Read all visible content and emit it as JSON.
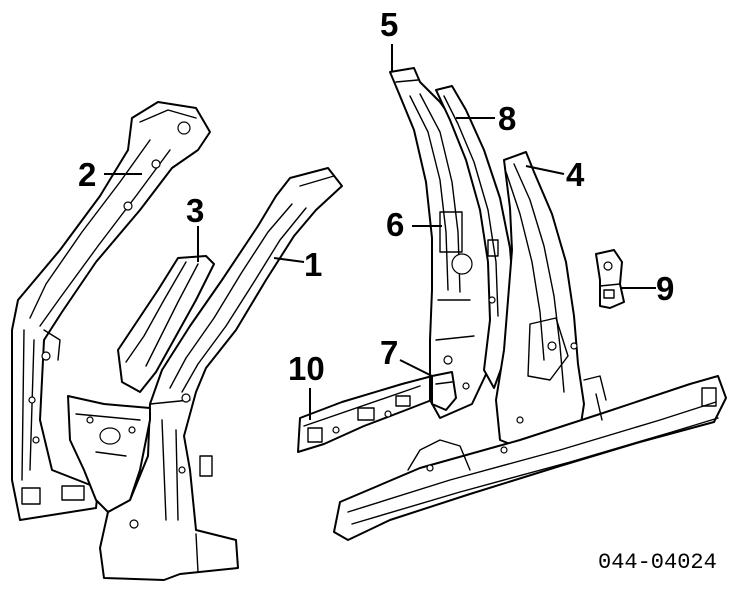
{
  "callouts": [
    {
      "id": "1",
      "label": "1"
    },
    {
      "id": "2",
      "label": "2"
    },
    {
      "id": "3",
      "label": "3"
    },
    {
      "id": "4",
      "label": "4"
    },
    {
      "id": "5",
      "label": "5"
    },
    {
      "id": "6",
      "label": "6"
    },
    {
      "id": "7",
      "label": "7"
    },
    {
      "id": "8",
      "label": "8"
    },
    {
      "id": "9",
      "label": "9"
    },
    {
      "id": "10",
      "label": "10"
    }
  ],
  "diagram_code": "044-04024"
}
